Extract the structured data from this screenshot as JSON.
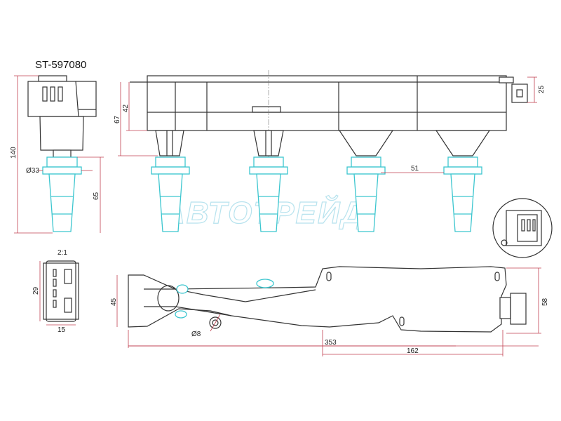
{
  "part_number": "ST-597080",
  "watermark": "АВТОТРЕЙД",
  "dimensions": {
    "height_total": "140",
    "boot_diameter": "Ø33",
    "boot_length": "65",
    "body_height": "67",
    "housing_height": "42",
    "coil_spacing": "51",
    "connector_height": "25",
    "connector_scale": "2:1",
    "connector_height_2": "29",
    "connector_width": "15",
    "base_width": "45",
    "mount_hole": "Ø8",
    "overall_length": "353",
    "mount_span": "162",
    "rear_width": "58"
  },
  "colors": {
    "dimension": "#c04050",
    "boot": "#3cc6cf",
    "outline": "#333333"
  }
}
